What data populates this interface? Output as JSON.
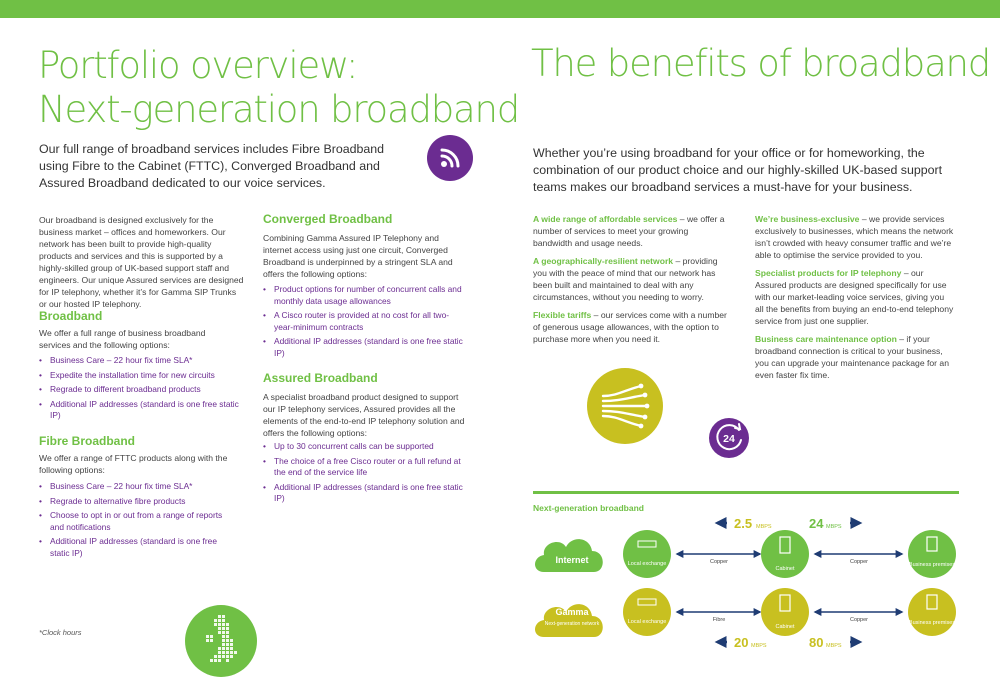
{
  "colors": {
    "green": "#70c045",
    "purple": "#6b2c91",
    "lime": "#c8c020"
  },
  "left": {
    "title_line1": "Portfolio overview:",
    "title_line2": "Next-generation broadband",
    "lead": "Our full range of broadband services includes Fibre Broadband using Fibre to the Cabinet (FTTC), Converged Broadband and Assured Broadband dedicated to our voice services.",
    "intro": "Our broadband is designed exclusively for the business market – offices and homeworkers. Our network has been built to provide high-quality products and services and this is supported by a highly-skilled group of UK-based support staff and engineers. Our unique Assured services are designed for IP telephony, whether it’s for Gamma SIP Trunks or our hosted IP telephony.",
    "broadband": {
      "heading": "Broadband",
      "text": "We offer a full range of business broadband services and the following options:",
      "items": [
        "Business Care – 22 hour fix time SLA*",
        "Expedite the installation time for new circuits",
        "Regrade to different broadband products",
        "Additional IP addresses (standard is one free static IP)"
      ]
    },
    "fibre": {
      "heading": "Fibre Broadband",
      "text": "We offer a range of FTTC products along with the following options:",
      "items": [
        "Business Care – 22 hour fix time SLA*",
        "Regrade to alternative fibre products",
        "Choose to opt in or out from a range of reports and notifications",
        "Additional IP addresses (standard is one free static IP)"
      ]
    },
    "converged": {
      "heading": "Converged Broadband",
      "text": "Combining Gamma Assured IP Telephony and internet access using just one circuit, Converged Broadband is underpinned by a stringent SLA and offers the following options:",
      "items": [
        "Product options for number of concurrent calls and monthly data usage allowances",
        "A Cisco router is provided at no cost for all two-year-minimum contracts",
        "Additional IP addresses (standard is one free static IP)"
      ]
    },
    "assured": {
      "heading": "Assured Broadband",
      "text": "A specialist broadband product designed to support our IP telephony services, Assured provides all the elements of the end-to-end IP telephony solution and offers the following options:",
      "items": [
        "Up to 30 concurrent calls can be supported",
        "The choice of a free Cisco router or a full refund at the end of the service life",
        "Additional IP addresses (standard is one free static IP)"
      ]
    },
    "footnote": "*Clock hours",
    "icons": {
      "rss": "rss-icon",
      "map": "uk-map-icon"
    }
  },
  "right": {
    "title": "The benefits of broadband",
    "lead": "Whether you’re using broadband for your office or for homeworking, the combination of our product choice and our highly-skilled UK-based support teams makes our broadband services a must-have for your business.",
    "col1": [
      {
        "head": "A wide range of affordable services",
        "text": " – we offer a number of services to meet your growing bandwidth and usage needs."
      },
      {
        "head": "A geographically-resilient network",
        "text": " – providing you with the peace of mind that our network has been built and maintained to deal with any circumstances, without you needing to worry."
      },
      {
        "head": "Flexible tariffs",
        "text": " – our services come with a number of generous usage allowances, with the option to purchase more when you need it."
      }
    ],
    "col2": [
      {
        "head": "We’re business-exclusive",
        "text": " – we provide services exclusively to businesses, which means the network isn’t crowded with heavy consumer traffic and we’re able to optimise the service provided to you."
      },
      {
        "head": "Specialist products for IP telephony",
        "text": " – our Assured products are designed specifically for use with our market-leading voice services, giving you all the benefits from buying an end-to-end telephony service from just one supplier."
      },
      {
        "head": "Business care maintenance option",
        "text": " – if your broadband connection is critical to your business, you can upgrade your maintenance package for an even faster fix time."
      }
    ],
    "icons": {
      "fibre": "fibre-optic-icon",
      "clock": "24-hour-icon",
      "clock_text": "24"
    },
    "diagram": {
      "title": "Next-generation broadband",
      "top": {
        "speed_left": "2.5",
        "speed_right": "24",
        "cloud": "Internet",
        "exchange": "Local exchange",
        "link1": "Copper",
        "cabinet": "Cabinet",
        "link2": "Copper",
        "premises": "Business premises"
      },
      "bottom": {
        "speed_left": "20",
        "speed_right": "80",
        "cloud": "Gamma",
        "cloud_sub": "Next-generation network",
        "exchange": "Local exchange",
        "link1": "Fibre",
        "cabinet": "Cabinet",
        "link2": "Copper",
        "premises": "Business premises"
      },
      "unit": "MBPS"
    }
  }
}
